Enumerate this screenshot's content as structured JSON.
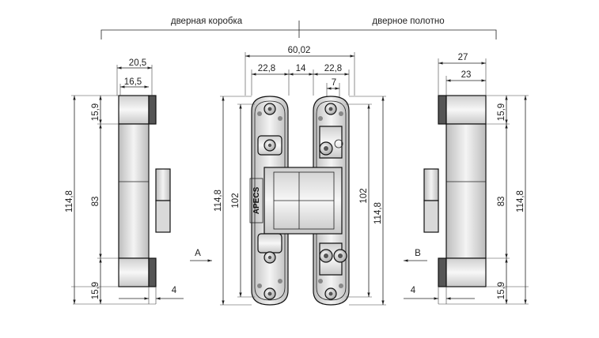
{
  "labels": {
    "frame": "дверная коробка",
    "leaf": "дверное полотно",
    "brand": "APECS",
    "view_a": "A",
    "view_b": "B"
  },
  "dimensions": {
    "total_width": "60,02",
    "left_wing": "22,8",
    "right_wing": "22,8",
    "gap": "14",
    "hole_pitch": "7",
    "body_height": "102",
    "overall_height": "114,8",
    "frame_outer": "20,5",
    "frame_inner": "16,5",
    "frame_top_pad": "15,9",
    "frame_mid": "83",
    "frame_bottom_pad": "15,9",
    "frame_overall": "114,8",
    "frame_offset": "4",
    "leaf_outer": "27",
    "leaf_inner": "23",
    "leaf_top_pad": "15,9",
    "leaf_mid": "83",
    "leaf_bottom_pad": "15,9",
    "leaf_overall": "114,8",
    "leaf_offset": "4"
  }
}
